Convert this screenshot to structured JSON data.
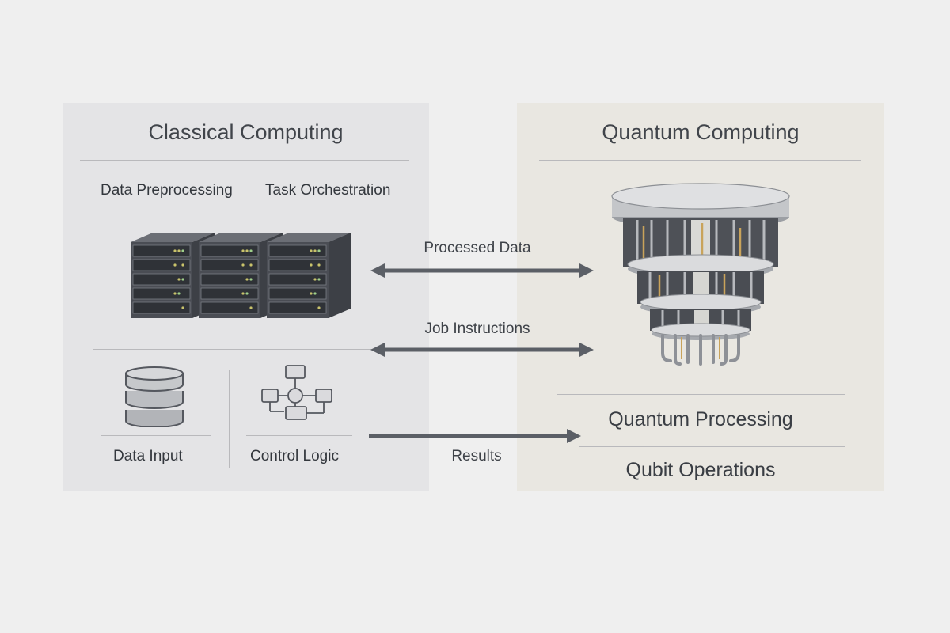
{
  "classical": {
    "title": "Classical Computing",
    "sub_left": "Data Preprocessing",
    "sub_right": "Task Orchestration",
    "data_input": "Data Input",
    "control_logic": "Control Logic"
  },
  "quantum": {
    "title": "Quantum Computing",
    "processing": "Quantum Processing",
    "operations": "Qubit Operations"
  },
  "arrows": {
    "processed": "Processed Data",
    "job": "Job Instructions",
    "results": "Results"
  },
  "colors": {
    "arrow": "#5b5f66",
    "classical_panel": "#e4e4e6",
    "quantum_panel": "#e9e7e1"
  }
}
